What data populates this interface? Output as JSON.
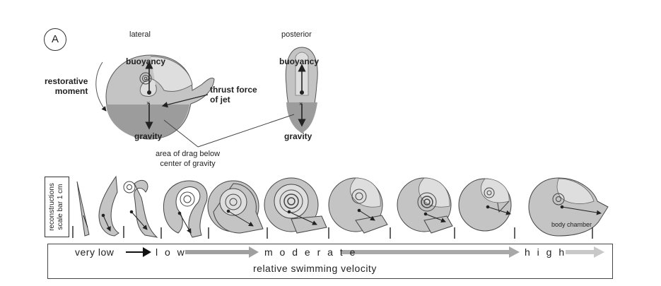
{
  "panel_label": "A",
  "lateral": {
    "view_title": "lateral",
    "buoyancy": "buoyancy",
    "gravity": "gravity",
    "restorative_moment": "restorative\nmoment",
    "thrust": "thrust force\nof jet"
  },
  "posterior": {
    "view_title": "posterior",
    "buoyancy": "buoyancy",
    "gravity": "gravity"
  },
  "drag_label": "area of drag below\ncenter of gravity",
  "scale_label": "reconstructions\nscale bar 1 cm",
  "body_chamber": "body chamber",
  "velocity": {
    "very_low": "very low",
    "low": "l o w",
    "moderate": "m o d e r a t e",
    "high": "h i g h",
    "axis_label": "relative swimming velocity"
  },
  "colors": {
    "shell_dark": "#b5b5b5",
    "shell_light": "#dedede",
    "water_band": "#9c9c9c",
    "arrow_gray": "#a0a0a0"
  }
}
